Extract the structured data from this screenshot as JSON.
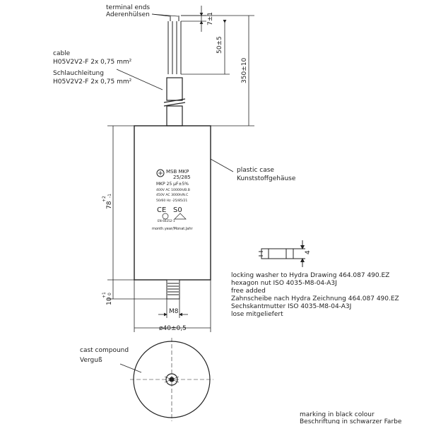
{
  "labels": {
    "terminal_en": "terminal ends",
    "terminal_de": "Aderenhülsen",
    "cable_en": "cable",
    "cable_spec_1": "H05V2V2-F 2x 0,75 mm²",
    "cable_de": "Schlauchleitung",
    "cable_spec_2": "H05V2V2-F 2x 0,75 mm²",
    "plastic_en": "plastic case",
    "plastic_de": "Kunststoffgehäuse",
    "washer_en_1": "locking washer to Hydra Drawing 464.087 490.EZ",
    "washer_en_2": "hexagon nut ISO 4035-M8-04-A3J",
    "washer_en_3": "free added",
    "washer_de_1": "Zahnscheibe nach Hydra Zeichnung 464.087 490.EZ",
    "washer_de_2": "Sechskantmutter ISO 4035-M8-04-A3J",
    "washer_de_3": "lose mitgeliefert",
    "cast_en": "cast compound",
    "cast_de": "Verguß",
    "marking_en": "marking in black colour",
    "marking_de": "Beschriftung in schwarzer Farbe"
  },
  "dimensions": {
    "d7": "7±1",
    "d50": "50±5",
    "d350": "350±10",
    "d78": "78",
    "d78_tol": "+2",
    "d78_tol2": "-1",
    "d10": "10",
    "d10_tol": "+1",
    "d10_tol2": "0",
    "m8": "M8",
    "dia40": "ø40±0,5",
    "nut_h": "4"
  },
  "marking": {
    "line1": "MSB MKP",
    "line2": "25/285",
    "line3": "MKP 25 µF±5%",
    "line4": "400V AC 10000h/B.B",
    "line5": "450V AC 3000h/N.C",
    "line6": "50/60 Hz -25/85/21",
    "ce": "CE",
    "s0": "S0",
    "en": "EN 60252-1",
    "date": "month.year/Monat.Jahr"
  }
}
